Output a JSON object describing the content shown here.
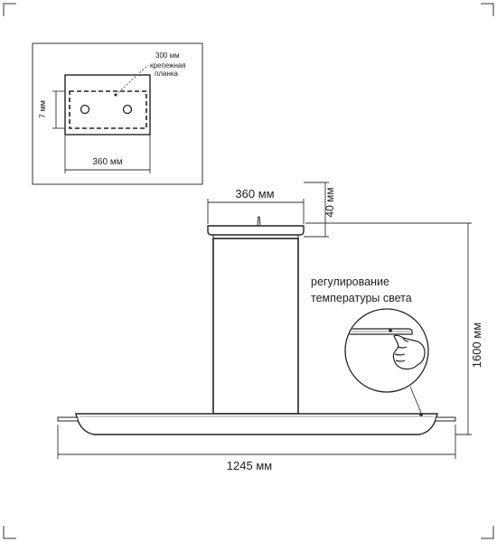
{
  "inset": {
    "plate_label": "300 мм",
    "bracket_label_line1": "крепежная",
    "bracket_label_line2": "планка",
    "height_label": "7 мм",
    "width_label": "360 мм"
  },
  "dimensions": {
    "canopy_width": "360 мм",
    "canopy_height": "40 мм",
    "total_height": "1600 мм",
    "total_length": "1245 мм"
  },
  "callout": {
    "line1": "регулирование",
    "line2": "температуры света"
  },
  "colors": {
    "line": "#222222",
    "dim_line": "#333333"
  }
}
